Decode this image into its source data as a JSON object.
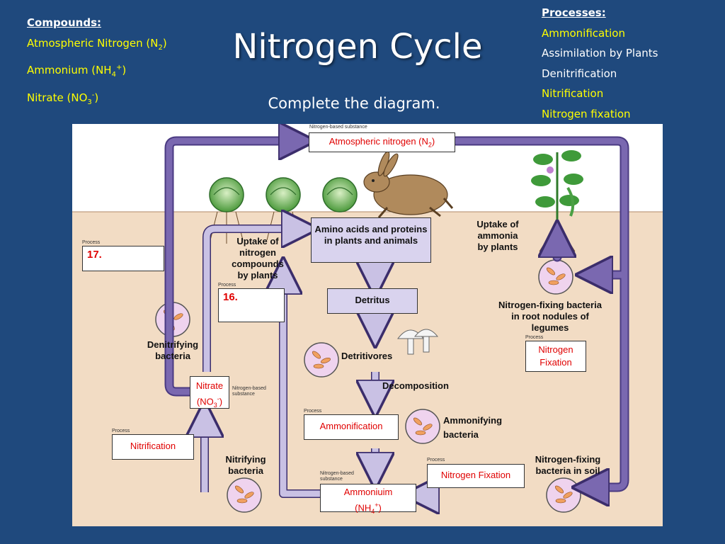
{
  "title": "Nitrogen Cycle",
  "subtitle": "Complete the diagram.",
  "compounds": {
    "heading": "Compounds:",
    "items": [
      "Atmospheric Nitrogen (N2)",
      "Ammonium (NH4+)",
      "Nitrate (NO3-)"
    ]
  },
  "processes": {
    "heading": "Processes:",
    "items": [
      {
        "label": "Ammonification",
        "color": "#ffff00"
      },
      {
        "label": "Assimilation by Plants",
        "color": "#ffffff"
      },
      {
        "label": "Denitrification",
        "color": "#ffffff"
      },
      {
        "label": "Nitrification",
        "color": "#ffff00"
      },
      {
        "label": "Nitrogen fixation",
        "color": "#ffff00"
      }
    ]
  },
  "diagram": {
    "small_labels": {
      "nitrogen_based_top": "Nitrogen-based substance",
      "process": "Process",
      "nitrogen_based_substance_nitrate": "Nitrogen-based substance",
      "nitrogen_based_substance_ammonium": "Nitrogen-based substance"
    },
    "atmospheric_nitrogen": "Atmospheric nitrogen  (N2)",
    "amino_acids": "Amino acids and proteins in plants and animals",
    "detritus": "Detritus",
    "detritivores": "Detritivores",
    "decomposition": "Decomposition",
    "ammonifying_bacteria": "Ammonifying bacteria",
    "ammonification_answer": "Ammonification",
    "ammonium_answer": "Ammoniuim (NH4+)",
    "nitrogen_fixation_soil_answer": "Nitrogen Fixation",
    "nitrogen_fixing_soil": "Nitrogen-fixing bacteria in soil",
    "nitrifying_bacteria": "Nitrifying bacteria",
    "nitrification_answer": "Nitrification",
    "nitrate_answer": "Nitrate (NO3-)",
    "denitrifying_bacteria": "Denitrifying bacteria",
    "blank_17": "17.",
    "blank_16": "16.",
    "uptake_nitrogen": "Uptake of nitrogen compounds by plants",
    "uptake_ammonia": "Uptake of ammonia by plants",
    "nitrogen_fixing_root": "Nitrogen-fixing bacteria in root nodules of legumes",
    "nitrogen_fixation_root_answer": "Nitrogen Fixation"
  },
  "colors": {
    "background": "#1f497d",
    "arrow": "#7a68b0",
    "soil": "#f2dcc4",
    "highlight": "#ffff00",
    "answer": "#e00000"
  }
}
